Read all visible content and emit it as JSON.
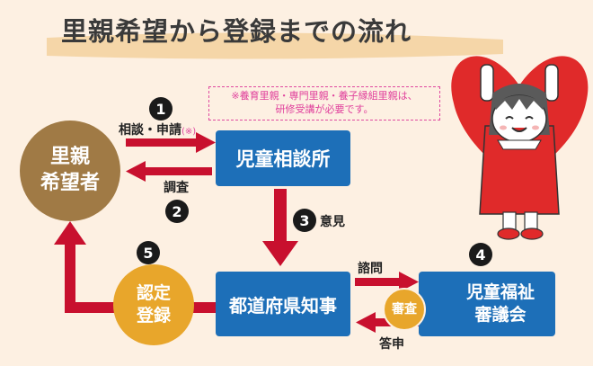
{
  "title": "里親希望から登録までの流れ",
  "note": {
    "line1": "※養育里親・専門里親・養子縁組里親は、",
    "line2": "研修受講が必要です。"
  },
  "nodes": {
    "applicant": {
      "line1": "里親",
      "line2": "希望者"
    },
    "consult": "児童相談所",
    "governor": "都道府県知事",
    "council": {
      "line1": "児童福祉",
      "line2": "審議会"
    },
    "register": {
      "line1": "認定",
      "line2": "登録"
    },
    "review": "審査"
  },
  "steps": [
    {
      "num": "1",
      "label": "相談・申請",
      "suffix": "(※)"
    },
    {
      "num": "2",
      "label": "調査"
    },
    {
      "num": "3",
      "label": "意見"
    },
    {
      "num": "4",
      "label": "諮問"
    },
    {
      "num": "5",
      "label": "答申"
    }
  ],
  "colors": {
    "background": "#fdf0e2",
    "blue_box": "#1d6fb8",
    "applicant_circle": "#a07a45",
    "register_circle": "#e8a62b",
    "arrow_red": "#c8102e",
    "note_pink": "#e04aa0"
  }
}
